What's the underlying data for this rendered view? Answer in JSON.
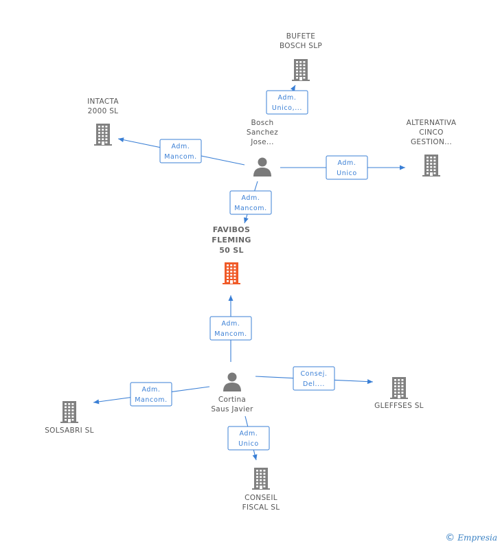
{
  "nodes": [
    {
      "id": "bufete",
      "type": "company",
      "label": [
        "BUFETE",
        "BOSCH SLP"
      ]
    },
    {
      "id": "intacta",
      "type": "company",
      "label": [
        "INTACTA",
        "2000 SL"
      ]
    },
    {
      "id": "bosch",
      "type": "person",
      "label": [
        "Bosch",
        "Sanchez",
        "Jose..."
      ]
    },
    {
      "id": "alternativa",
      "type": "company",
      "label": [
        "ALTERNATIVA",
        "CINCO",
        "GESTION..."
      ]
    },
    {
      "id": "favibos",
      "type": "company-focus",
      "label": [
        "FAVIBOS",
        "FLEMING",
        "50  SL"
      ]
    },
    {
      "id": "cortina",
      "type": "person",
      "label": [
        "Cortina",
        "Saus Javier"
      ]
    },
    {
      "id": "solsabri",
      "type": "company",
      "label": [
        "SOLSABRI SL"
      ]
    },
    {
      "id": "gleffses",
      "type": "company",
      "label": [
        "GLEFFSES  SL"
      ]
    },
    {
      "id": "conseil",
      "type": "company",
      "label": [
        "CONSEIL",
        "FISCAL SL"
      ]
    }
  ],
  "edges": [
    {
      "from": "bosch",
      "to": "bufete",
      "label": [
        "Adm.",
        "Unico,..."
      ]
    },
    {
      "from": "bosch",
      "to": "intacta",
      "label": [
        "Adm.",
        "Mancom."
      ]
    },
    {
      "from": "bosch",
      "to": "alternativa",
      "label": [
        "Adm.",
        "Unico"
      ]
    },
    {
      "from": "bosch",
      "to": "favibos",
      "label": [
        "Adm.",
        "Mancom."
      ]
    },
    {
      "from": "cortina",
      "to": "favibos",
      "label": [
        "Adm.",
        "Mancom."
      ]
    },
    {
      "from": "cortina",
      "to": "solsabri",
      "label": [
        "Adm.",
        "Mancom."
      ]
    },
    {
      "from": "cortina",
      "to": "gleffses",
      "label": [
        "Consej.",
        "Del...."
      ]
    },
    {
      "from": "cortina",
      "to": "conseil",
      "label": [
        "Adm.",
        "Unico"
      ]
    }
  ],
  "colors": {
    "edge": "#3a7fd5",
    "company": "#808080",
    "focus": "#f05a28",
    "person": "#7a7a7a"
  },
  "footer": {
    "symbol": "©",
    "brand": "Empresia"
  }
}
